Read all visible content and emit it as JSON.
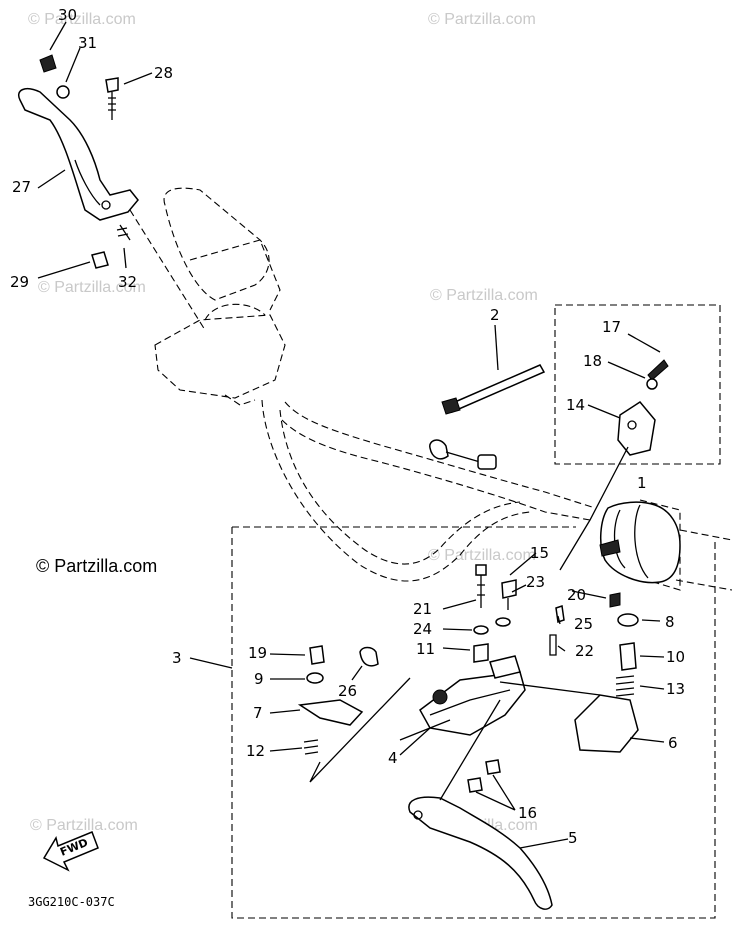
{
  "callouts": [
    "30",
    "31",
    "28",
    "27",
    "29",
    "32",
    "2",
    "17",
    "18",
    "14",
    "1",
    "3",
    "15",
    "23",
    "21",
    "24",
    "11",
    "20",
    "25",
    "8",
    "22",
    "10",
    "19",
    "9",
    "26",
    "13",
    "7",
    "6",
    "12",
    "4",
    "16",
    "5"
  ],
  "watermark": "© Partzilla.com",
  "diagram_code": "3GG210C-037C",
  "direction_label": "FWD"
}
